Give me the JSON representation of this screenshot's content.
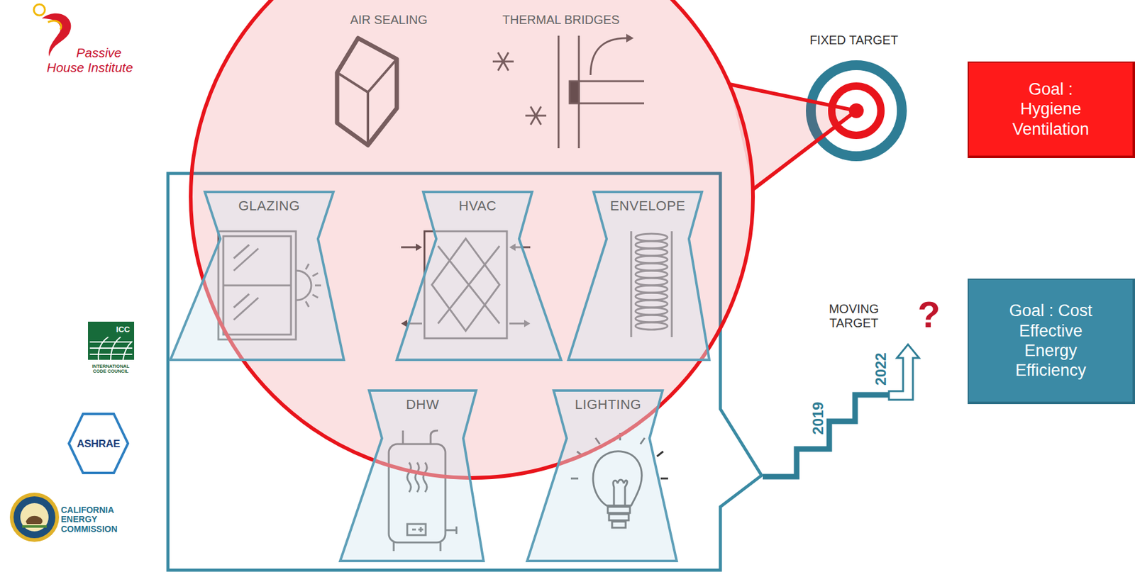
{
  "diagram": {
    "nodes": [
      {
        "text": [
          "Goal : Hygiene Ventilation"
        ]
      },
      {
        "text": [
          "GLAZING"
        ]
      },
      {
        "text": [
          "HVAC"
        ]
      },
      {
        "text": [
          "ENVELOPE"
        ]
      },
      {
        "text": [
          "Goal : Cost Effective Energy Efficiency"
        ]
      },
      {
        "text": [
          "DHW"
        ]
      },
      {
        "text": [
          "LIGHTING"
        ]
      }
    ],
    "labels": [
      "Passive House Institute",
      "AIR SEALING",
      "THERMAL BRIDGES",
      "FIXED TARGET",
      "MOVING TARGET",
      "?",
      "2019",
      "2022",
      "ICC",
      "INTERNATIONAL CODE COUNCIL",
      "ASHRAE",
      "CALIFORNIA ENERGY COMMISSION"
    ]
  }
}
